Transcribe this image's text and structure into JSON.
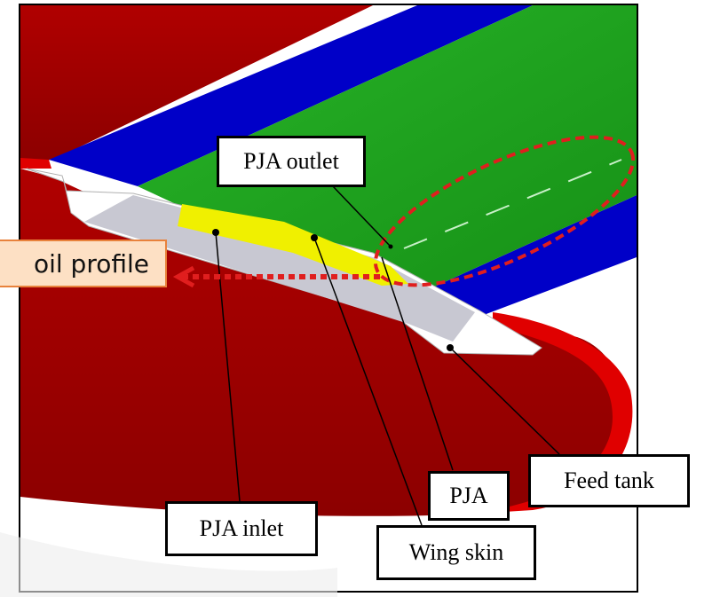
{
  "labels": {
    "pja_outlet": "PJA outlet",
    "pja": "PJA",
    "feed_tank": "Feed tank",
    "pja_inlet": "PJA inlet",
    "wing_skin": "Wing skin",
    "airfoil_profile": "oil profile"
  },
  "colors": {
    "wing_red": "#a50000",
    "wing_red_bright": "#e00000",
    "leading_edge_blue": "#0000c8",
    "pja_green": "#1ea51e",
    "inlet_yellow": "#f0f000",
    "cavity_grey": "#c8c8d2",
    "highlight_dashed_red": "#e01e1e",
    "callout_fill": "#fde0c4",
    "callout_border": "#e8823c"
  }
}
